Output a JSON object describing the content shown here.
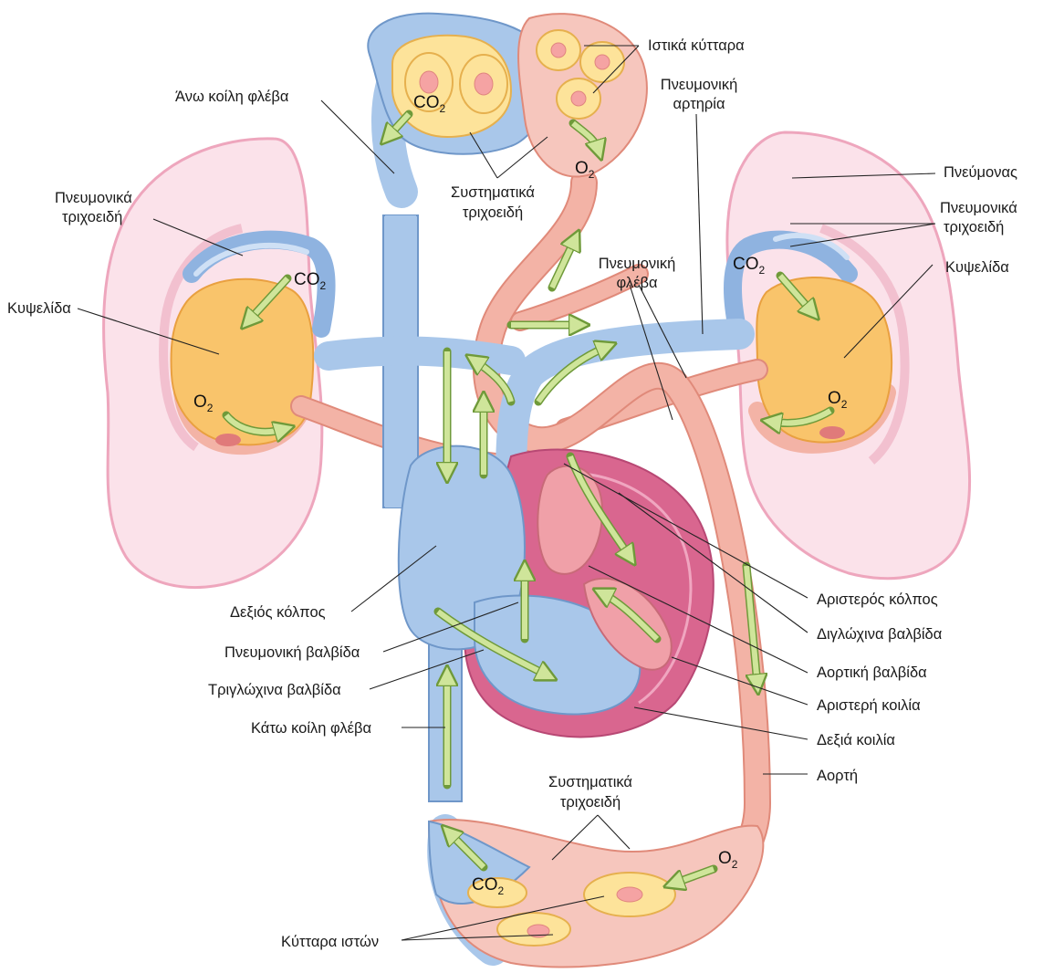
{
  "labels": {
    "cells_tissue_top": "Ιστικά κύτταρα",
    "pulmonary_artery": "Πνευμονική αρτηρία",
    "superior_vena_cava": "Άνω κοίλη φλέβα",
    "systemic_capillaries_top": "Συστηματικά τριχοειδή",
    "lung": "Πνεύμονας",
    "pulmonary_capillaries_left": "Πνευμονικά τριχοειδή",
    "pulmonary_capillaries_right": "Πνευμονικά τριχοειδή",
    "pulmonary_vein": "Πνευμονική φλέβα",
    "alveolus_left": "Κυψελίδα",
    "alveolus_right": "Κυψελίδα",
    "right_atrium": "Δεξιός κόλπος",
    "pulmonary_valve": "Πνευμονική βαλβίδα",
    "tricuspid_valve": "Τριγλώχινα βαλβίδα",
    "inferior_vena_cava": "Κάτω κοίλη φλέβα",
    "left_atrium": "Αριστερός κόλπος",
    "bicuspid_valve": "Διγλώχινα βαλβίδα",
    "aortic_valve": "Αορτική βαλβίδα",
    "left_ventricle": "Αριστερή κοιλία",
    "right_ventricle": "Δεξιά κοιλία",
    "aorta": "Αορτή",
    "systemic_capillaries_bottom": "Συστηματικά τριχοειδή",
    "tissue_cells_bottom": "Κύτταρα ιστών"
  },
  "gases": {
    "co2": "CO",
    "o2": "O",
    "subscript": "2"
  },
  "colors": {
    "deoxygenated": "#a9c7ea",
    "oxygenated": "#f3b3a6",
    "lung": "#fbe2ea",
    "alveolus": "#f9c46b",
    "flow_arrow": "#cfe59a",
    "heart_muscle": "#d9668f"
  }
}
